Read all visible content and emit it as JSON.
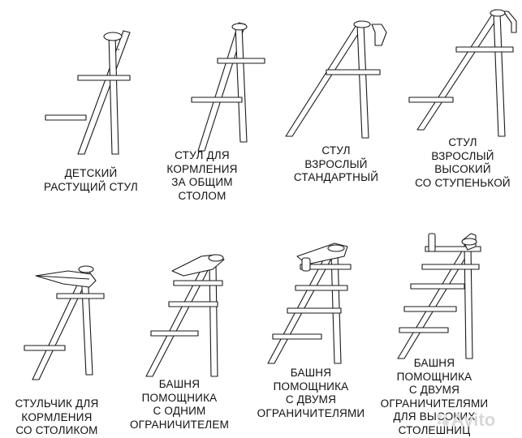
{
  "diagram": {
    "stroke_color": "#1a1a1a",
    "fill_color": "#ffffff",
    "captions": [
      {
        "id": "caption-kids-growing-chair",
        "lines": [
          "ДЕТСКИЙ",
          "РАСТУЩИЙ СТУЛ"
        ]
      },
      {
        "id": "caption-feeding-chair-shared-table",
        "lines": [
          "СТУЛ ДЛЯ",
          "КОРМЛЕНИЯ",
          "ЗА ОБЩИМ",
          "СТОЛОМ"
        ]
      },
      {
        "id": "caption-adult-standard-chair",
        "lines": [
          "СТУЛ",
          "ВЗРОСЛЫЙ",
          "СТАНДАРТНЫЙ"
        ]
      },
      {
        "id": "caption-adult-high-chair-step",
        "lines": [
          "СТУЛ",
          "ВЗРОСЛЫЙ",
          "ВЫСОКИЙ",
          "СО СТУПЕНЬКОЙ"
        ]
      },
      {
        "id": "caption-feeding-chair-tray",
        "lines": [
          "СТУЛЬЧИК ДЛЯ",
          "КОРМЛЕНИЯ",
          "СО СТОЛИКОМ"
        ]
      },
      {
        "id": "caption-helper-tower-one-limiter",
        "lines": [
          "БАШНЯ",
          "ПОМОЩНИКА",
          "С ОДНИМ",
          "ОГРАНИЧИТЕЛЕМ"
        ]
      },
      {
        "id": "caption-helper-tower-two-limiters",
        "lines": [
          "БАШНЯ",
          "ПОМОЩНИКА",
          "С ДВУМЯ",
          "ОГРАНИЧИТЕЛЯМИ"
        ]
      },
      {
        "id": "caption-helper-tower-two-limiters-high",
        "lines": [
          "БАШНЯ",
          "ПОМОЩНИКА",
          "С ДВУМЯ",
          "ОГРАНИЧИТЕЛЯМИ",
          "ДЛЯ ВЫСОКИХ",
          "СТОЛЕШНИЦ"
        ]
      }
    ]
  },
  "watermark": {
    "text": "Avito",
    "color": "#d8d8d8"
  }
}
